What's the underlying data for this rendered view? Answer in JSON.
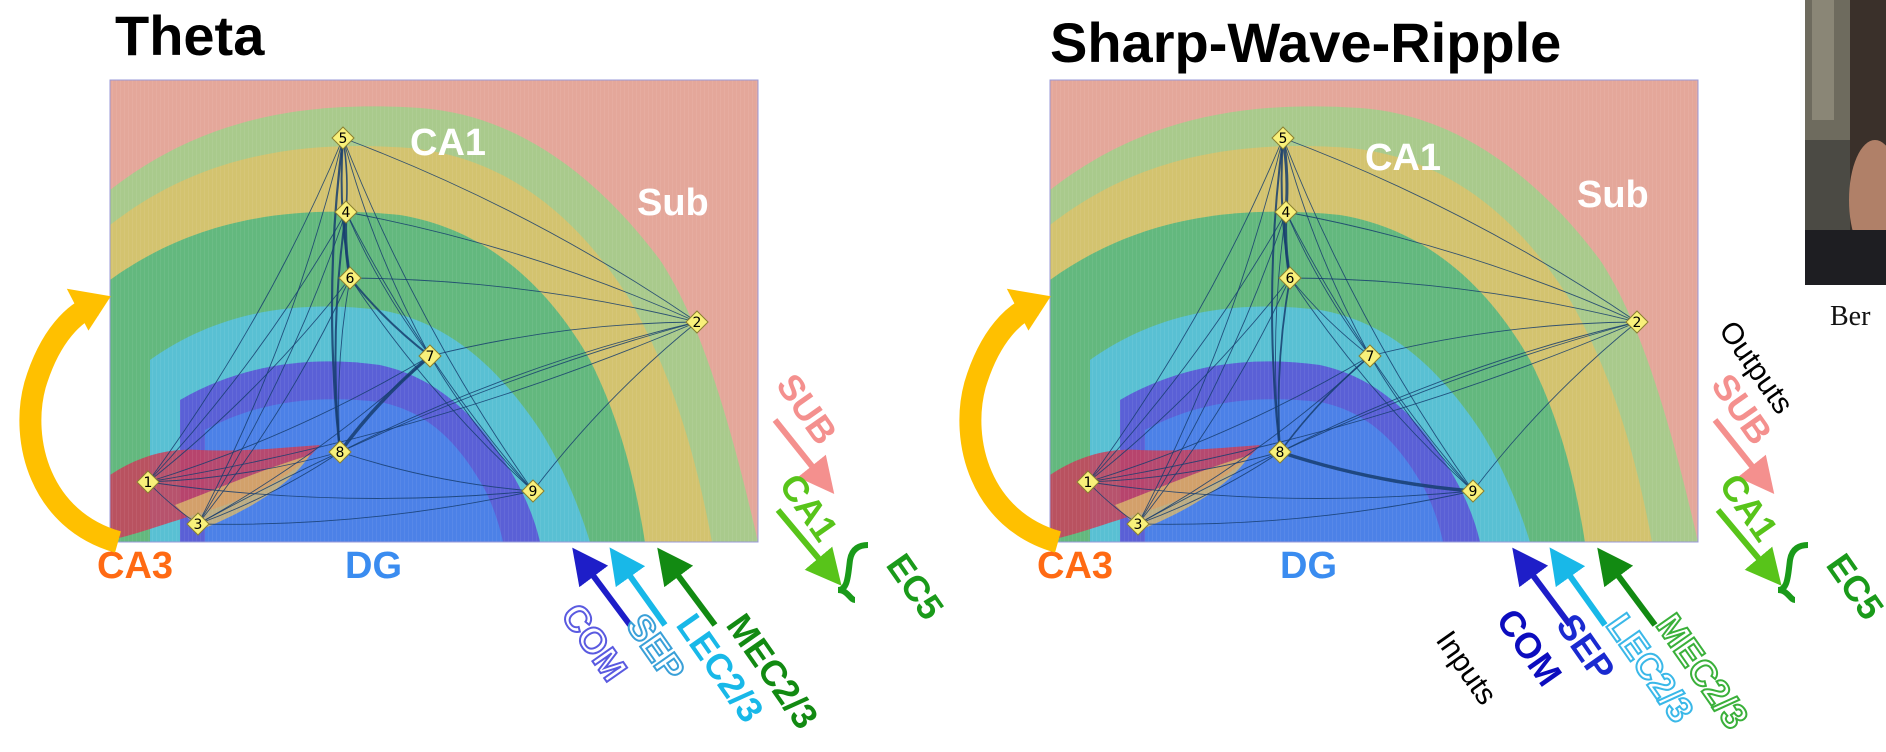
{
  "panels": [
    {
      "title": "Theta",
      "regions": {
        "ca1": "CA1",
        "sub": "Sub",
        "ca3": "CA3",
        "dg": "DG"
      },
      "outputs": {
        "sub": "SUB",
        "ca1": "CA1",
        "ec5": "EC5"
      },
      "inputs": {
        "com": "COM",
        "sep": "SEP",
        "lec": "LEC2/3",
        "mec": "MEC2/3"
      }
    },
    {
      "title": "Sharp-Wave-Ripple",
      "regions": {
        "ca1": "CA1",
        "sub": "Sub",
        "ca3": "CA3",
        "dg": "DG"
      },
      "outputs": {
        "sub": "SUB",
        "ca1": "CA1",
        "ec5": "EC5"
      },
      "inputs": {
        "com": "COM",
        "sep": "SEP",
        "lec": "LEC2/3",
        "mec": "MEC2/3"
      },
      "outputs_label": "Outputs",
      "inputs_label": "Inputs"
    }
  ],
  "nodes": [
    "1",
    "2",
    "3",
    "4",
    "5",
    "6",
    "7",
    "8",
    "9"
  ],
  "photo_caption": "Ber",
  "colors": {
    "ca3": "#ff6a13",
    "dg": "#3a8cf0",
    "sub": "#f4908e",
    "ca1": "#58c41a",
    "ec5": "#1a9a1a",
    "com": "#1e1ec8",
    "sep": "#0e8ad6",
    "lec": "#18b8e8",
    "mec": "#128a12",
    "recurrent_arrow": "#ffc000",
    "edge": "#163d6e",
    "node": "#f8f07a"
  }
}
